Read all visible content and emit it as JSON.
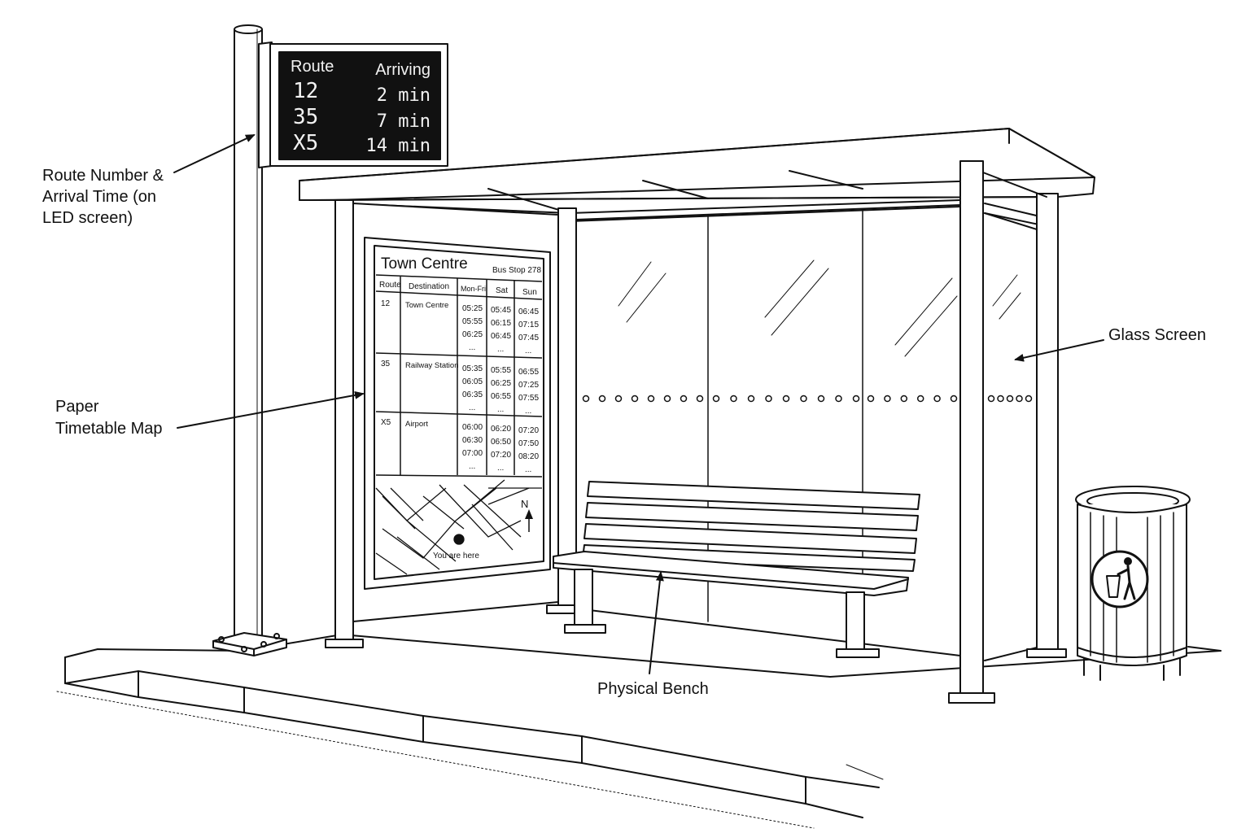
{
  "annotations": {
    "led_label": [
      "Route Number &",
      "Arrival Time (on",
      "LED screen)"
    ],
    "timetable_label": [
      "Paper",
      "Timetable Map"
    ],
    "glass_label": "Glass Screen",
    "bench_label": "Physical Bench"
  },
  "led_sign": {
    "header_route": "Route",
    "header_arriving": "Arriving",
    "rows": [
      {
        "route": "12",
        "time": "2 min"
      },
      {
        "route": "35",
        "time": "7 min"
      },
      {
        "route": "X5",
        "time": "14 min"
      }
    ]
  },
  "timetable": {
    "title": "Town Centre",
    "stop": "Bus Stop 278",
    "headers": [
      "Route",
      "Destination",
      "Mon-Fri",
      "Sat",
      "Sun"
    ],
    "rows": [
      {
        "route": "12",
        "destination": "Town Centre",
        "monfri": [
          "05:25",
          "05:55",
          "06:25",
          "..."
        ],
        "sat": [
          "05:45",
          "06:15",
          "06:45",
          "..."
        ],
        "sun": [
          "06:45",
          "07:15",
          "07:45",
          "..."
        ]
      },
      {
        "route": "35",
        "destination": "Railway Station",
        "monfri": [
          "05:35",
          "06:05",
          "06:35",
          "..."
        ],
        "sat": [
          "05:55",
          "06:25",
          "06:55",
          "..."
        ],
        "sun": [
          "06:55",
          "07:25",
          "07:55",
          "..."
        ]
      },
      {
        "route": "X5",
        "destination": "Airport",
        "monfri": [
          "06:00",
          "06:30",
          "07:00",
          "..."
        ],
        "sat": [
          "06:20",
          "06:50",
          "07:20",
          "..."
        ],
        "sun": [
          "07:20",
          "07:50",
          "08:20",
          "..."
        ]
      }
    ],
    "map_north": "N",
    "map_you_are_here": "You are here"
  }
}
